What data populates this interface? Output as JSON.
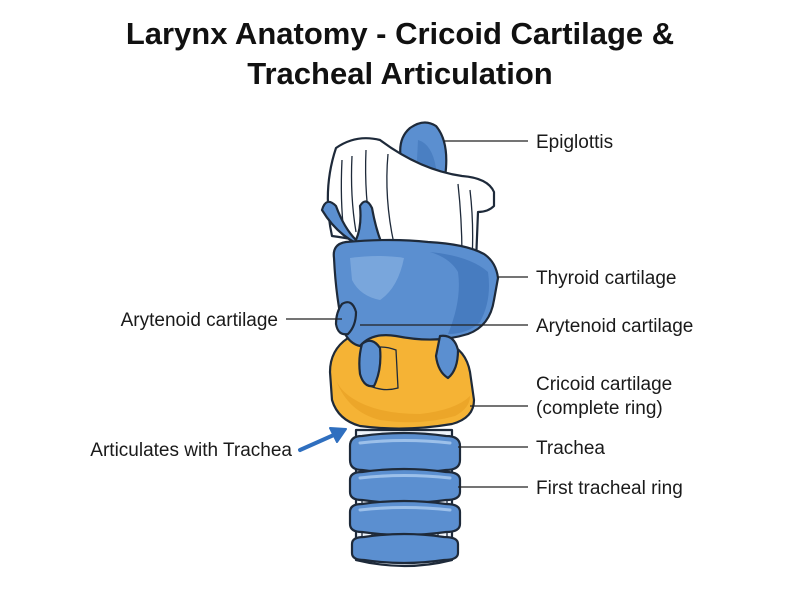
{
  "title_line1": "Larynx Anatomy - Cricoid Cartilage &",
  "title_line2": "Tracheal Articulation",
  "labels": {
    "epiglottis": "Epiglottis",
    "thyroid": "Thyroid cartilage",
    "arytenoid_left": "Arytenoid cartilage",
    "arytenoid_right": "Arytenoid cartilage",
    "cricoid_line1": "Cricoid cartilage",
    "cricoid_line2": "(complete ring)",
    "articulates": "Articulates with Trachea",
    "trachea": "Trachea",
    "first_ring": "First tracheal ring"
  },
  "colors": {
    "cartilage_blue": "#5b8fd0",
    "cartilage_blue_dark": "#3f74b9",
    "cricoid_orange": "#f5b335",
    "cricoid_orange_dark": "#e49a1f",
    "arrow_blue": "#2f6fbf"
  }
}
